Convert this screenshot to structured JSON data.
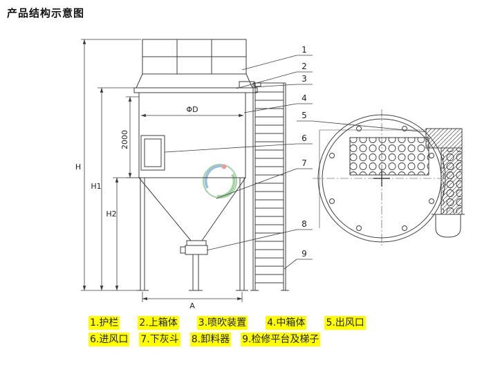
{
  "title": "产品结构示意图",
  "colors": {
    "line": "#3d3d3d",
    "legend_highlight": "#ffff00",
    "logo_green": "#49a949",
    "logo_blue": "#3f7fc1",
    "logo_red": "#d04038"
  },
  "dimensions": {
    "H": "H",
    "H1": "H1",
    "H2": "H2",
    "height_2000": "2000",
    "diameter": "ΦD",
    "width_A": "A"
  },
  "part_numbers": [
    "1",
    "2",
    "3",
    "4",
    "5",
    "6",
    "7",
    "8",
    "9"
  ],
  "legend": {
    "row1": [
      "1.护栏",
      "2.上箱体",
      "3.喷吹装置",
      "4.中箱体",
      "5.出风口"
    ],
    "row2": [
      "6.进风口",
      "7.下灰斗",
      "8.卸料器",
      "9.检修平台及梯子"
    ]
  }
}
